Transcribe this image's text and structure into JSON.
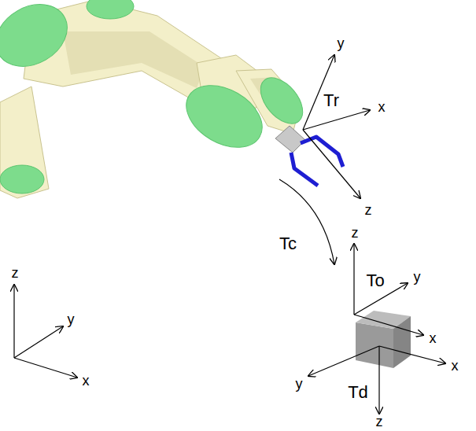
{
  "diagram": {
    "labels": [
      "y",
      "x",
      "Tr",
      "z",
      "Tc",
      "z",
      "y",
      "To",
      "x",
      "z",
      "y",
      "x",
      "x",
      "y",
      "Td",
      "z"
    ]
  }
}
